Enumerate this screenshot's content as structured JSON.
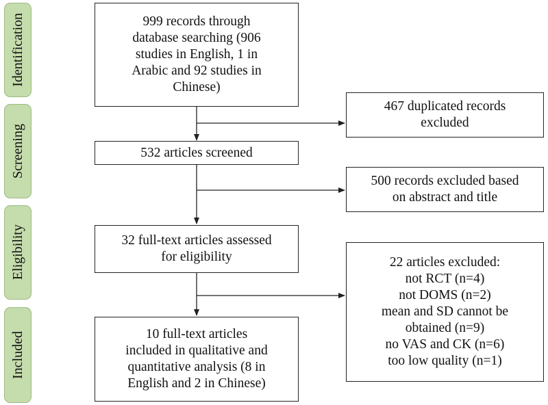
{
  "phases": [
    {
      "id": "identification",
      "label": "Identification"
    },
    {
      "id": "screening",
      "label": "Screening"
    },
    {
      "id": "eligibility",
      "label": "Eligibility"
    },
    {
      "id": "included",
      "label": "Included"
    }
  ],
  "boxes": {
    "records_identified": {
      "lines": [
        "999 records through",
        "database searching (906",
        "studies in English, 1 in",
        "Arabic and 92 studies in",
        "Chinese)"
      ]
    },
    "duplicates_excluded": {
      "lines": [
        "467 duplicated records",
        "excluded"
      ]
    },
    "articles_screened": {
      "lines": [
        "532 articles screened"
      ]
    },
    "abstract_excluded": {
      "lines": [
        "500 records excluded based",
        "on abstract and title"
      ]
    },
    "fulltext_assessed": {
      "lines": [
        "32 full-text articles assessed",
        "for eligibility"
      ]
    },
    "articles_excluded": {
      "lines": [
        "22 articles excluded:",
        "not RCT (n=4)",
        "not DOMS (n=2)",
        "mean and SD cannot be",
        "obtained (n=9)",
        "no VAS and CK (n=6)",
        "too low quality (n=1)"
      ]
    },
    "included_articles": {
      "lines": [
        "10 full-text articles",
        "included in qualitative and",
        "quantitative analysis (8 in",
        "English and 2 in Chinese)"
      ]
    }
  }
}
